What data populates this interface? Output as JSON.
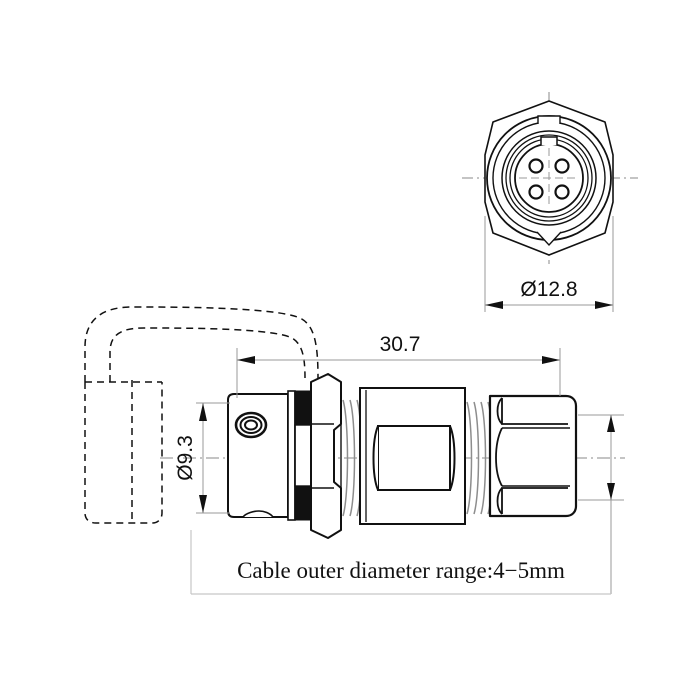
{
  "drawing": {
    "title": "Circular connector outline drawing",
    "background_color": "#ffffff",
    "line_color": "#111111",
    "thin_line_color": "#9a9a9a",
    "fill_color": "#ffffff",
    "accent_fill": "#111111"
  },
  "views": {
    "front": {
      "name": "front-view",
      "shell_shape": "hexagon-with-round-flange",
      "pin_count": 4,
      "pin_layout": "2x2-square",
      "key_notch": "top",
      "dimension": {
        "label": "Ø12.8",
        "symbol": "Ø",
        "value": "12.8",
        "position": "below"
      }
    },
    "side": {
      "name": "side-view",
      "length_dimension": {
        "label": "30.7",
        "value": "30.7",
        "position": "above"
      },
      "diameter_dimension": {
        "label": "Ø9.3",
        "symbol": "Ø",
        "value": "9.3",
        "position": "left",
        "rotated": "-90"
      },
      "right_height_dimension": {
        "label": "",
        "position": "right"
      },
      "features": [
        "screw-hole",
        "panel-body",
        "o-ring-band",
        "hex-flange",
        "thread-coils",
        "center-block",
        "thread-coils",
        "hex-cap-nut"
      ],
      "cable_outline": {
        "name": "cable-boot-outline",
        "style": "dashed",
        "description": "looped cable routed back"
      }
    }
  },
  "caption": {
    "text": "Cable outer  diameter range:4−5mm",
    "framed": true
  }
}
